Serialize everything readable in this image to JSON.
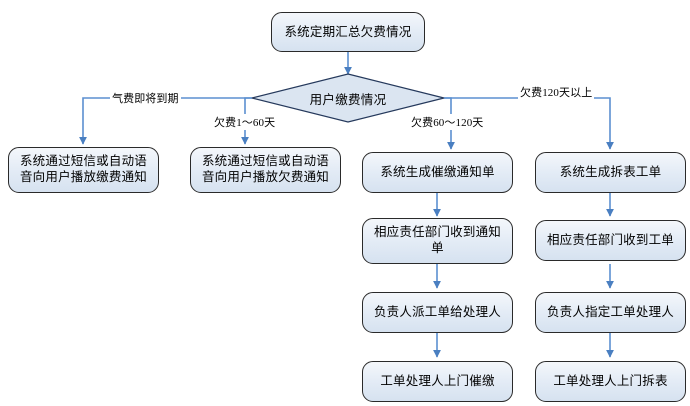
{
  "diagram": {
    "title_node": {
      "label": "系统定期汇总欠费情况"
    },
    "decision": {
      "label": "用户缴费情况"
    },
    "branch_labels": {
      "b1": "气费即将到期",
      "b2": "欠费1～60天",
      "b3": "欠费60～120天",
      "b4": "欠费120天以上"
    },
    "columns": [
      {
        "name": "column-due-soon",
        "nodes": [
          {
            "label": "系统通过短信或自动语音向用户播放缴费通知"
          }
        ]
      },
      {
        "name": "column-overdue-1-60",
        "nodes": [
          {
            "label": "系统通过短信或自动语音向用户播放欠费通知"
          }
        ]
      },
      {
        "name": "column-overdue-60-120",
        "nodes": [
          {
            "label": "系统生成催缴通知单"
          },
          {
            "label": "相应责任部门收到通知单"
          },
          {
            "label": "负责人派工单给处理人"
          },
          {
            "label": "工单处理人上门催缴"
          }
        ]
      },
      {
        "name": "column-overdue-120-plus",
        "nodes": [
          {
            "label": "系统生成拆表工单"
          },
          {
            "label": "相应责任部门收到工单"
          },
          {
            "label": "负责人指定工单处理人"
          },
          {
            "label": "工单处理人上门拆表"
          }
        ]
      }
    ],
    "colors": {
      "node_border": "#2a2a2a",
      "node_fill_light": "#f4f7fb",
      "node_fill_dark": "#d6e2f0",
      "connector": "#5b8fd0",
      "diamond_fill": "#dbe5f1",
      "diamond_stroke": "#25395c",
      "canvas_background": "#ffffff"
    }
  }
}
